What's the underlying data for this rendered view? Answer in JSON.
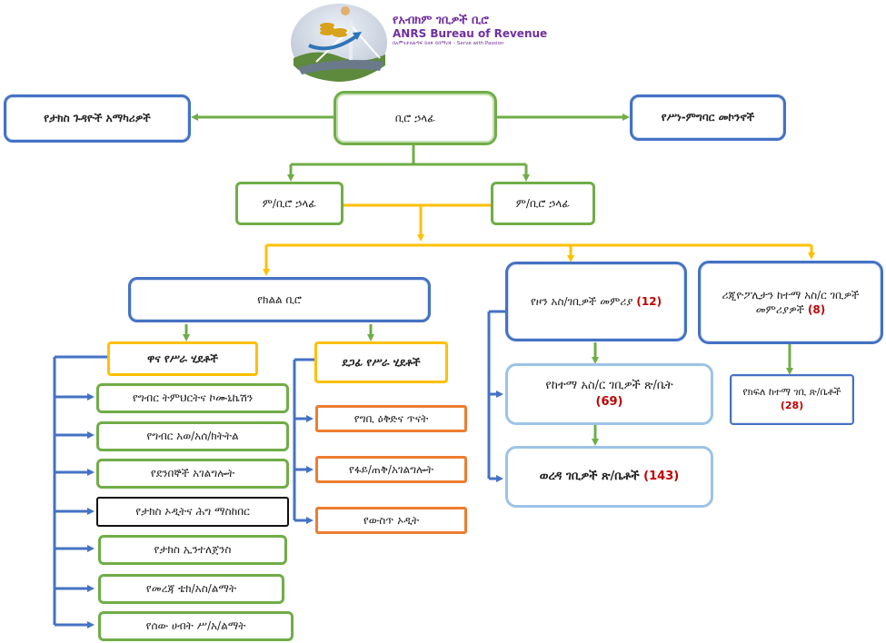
{
  "header": {
    "title_amharic": "የአብክም ገቢዎች ቢሮ",
    "title_english": "ANRS Bureau of Revenue",
    "tagline": "በአምናታለልጣፍ ይለፉ ይበማሪፉ - Serve with Passion"
  },
  "top": {
    "head": "ቢሮ ኃላፊ",
    "left_advisors": "የታክስ ጉዳዮች አማካሪዎች",
    "right_ethics": "የሥነ-ምግባር መኮንኖች"
  },
  "deputies": {
    "left": "ም/ቢሮ ኃላፊ",
    "right": "ም/ቢሮ ኃላፊ"
  },
  "regional": {
    "title": "የክልል ቢሮ",
    "core_title": "ዋና የሥራ ሂደቶች",
    "support_title": "ደጋፊ የሥራ ሂደቶች",
    "core_items": [
      "የግብር ትምህርትና ኮሙኒኬሽን",
      "የግብር አወ/አሰ/ክትትል",
      "የደንበኞች አገልግሎት",
      "የታክስ ኦዲትና ሕግ ማስከበር",
      "የታክስ ኢንተለጀንስ",
      "የመረጃ ቴክ/አስ/ልማት",
      "የሰው ሀብት ሥ/አ/ልማት"
    ],
    "support_items": [
      "የግቢ ዕቅድና ጥናት",
      "የፋይ/ጠቅ/አገልግሎት",
      "የውስጥ ኦዲት"
    ]
  },
  "zone": {
    "title": "የዞን አስ/ገቢዎች መምሪያ",
    "count": "(12)",
    "city_offices": "የከተማ አስ/ር ገቢዎች ጽ/ቤት",
    "city_count": "(69)",
    "woreda_offices": "ወረዳ ገቢዎች ጽ/ቤቶች",
    "woreda_count": "(143)"
  },
  "metro": {
    "title": "ሪጂዮፖሊታን ከተማ አስ/ር ገቢዎች መምሪያዎች",
    "count": "(8)",
    "sub": "የክፍለ ከተማ ገቢ ጽ/ቤቶች",
    "sub_count": "(28)"
  },
  "colors": {
    "blue": "#4472c4",
    "green": "#70ad47",
    "gold": "#ffc000",
    "orange": "#ed7d31",
    "light_blue": "#9dc3e6",
    "number_red": "#c00000",
    "brand_purple": "#7030a0"
  }
}
